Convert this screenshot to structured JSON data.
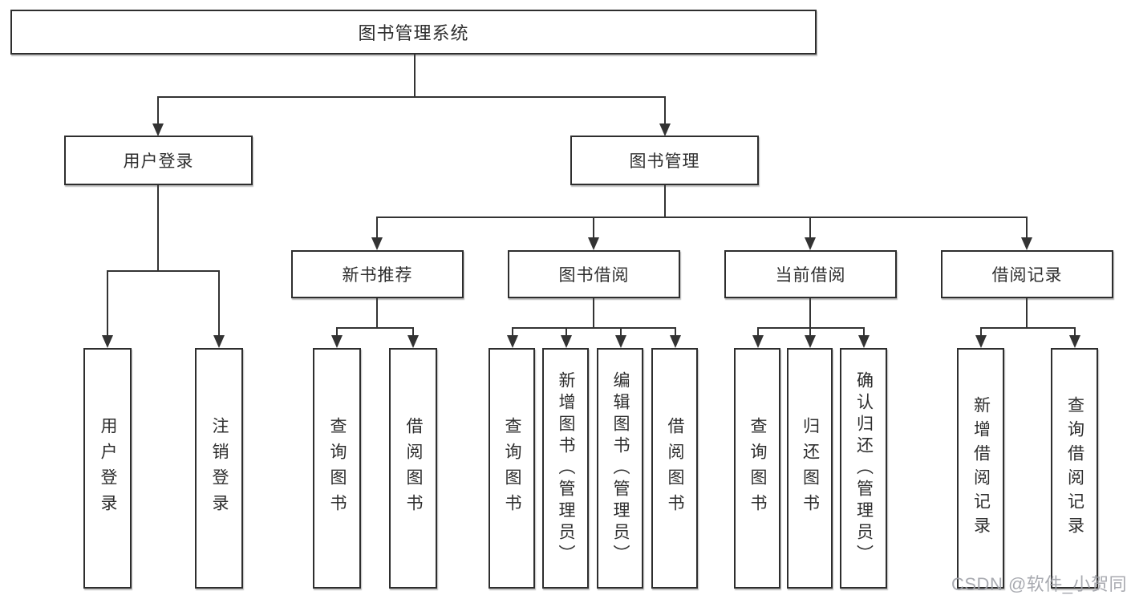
{
  "tree": {
    "root": "图书管理系统",
    "children": [
      {
        "label": "用户登录",
        "children": [
          "用户登录",
          "注销登录"
        ]
      },
      {
        "label": "图书管理",
        "children": [
          {
            "label": "新书推荐",
            "children": [
              "查询图书",
              "借阅图书"
            ]
          },
          {
            "label": "图书借阅",
            "children": [
              "查询图书",
              "新增图书（管理员）",
              "编辑图书（管理员）",
              "借阅图书"
            ]
          },
          {
            "label": "当前借阅",
            "children": [
              "查询图书",
              "归还图书",
              "确认归还（管理员）"
            ]
          },
          {
            "label": "借阅记录",
            "children": [
              "新增借阅记录",
              "查询借阅记录"
            ]
          }
        ]
      }
    ]
  },
  "watermark": {
    "text": "CSDN @软件_小贺同学"
  },
  "colors": {
    "line": "#333333",
    "box_border": "#2e2e2e",
    "text": "#2e2e2e",
    "watermark": "#9ea1a7",
    "background": "#ffffff"
  }
}
